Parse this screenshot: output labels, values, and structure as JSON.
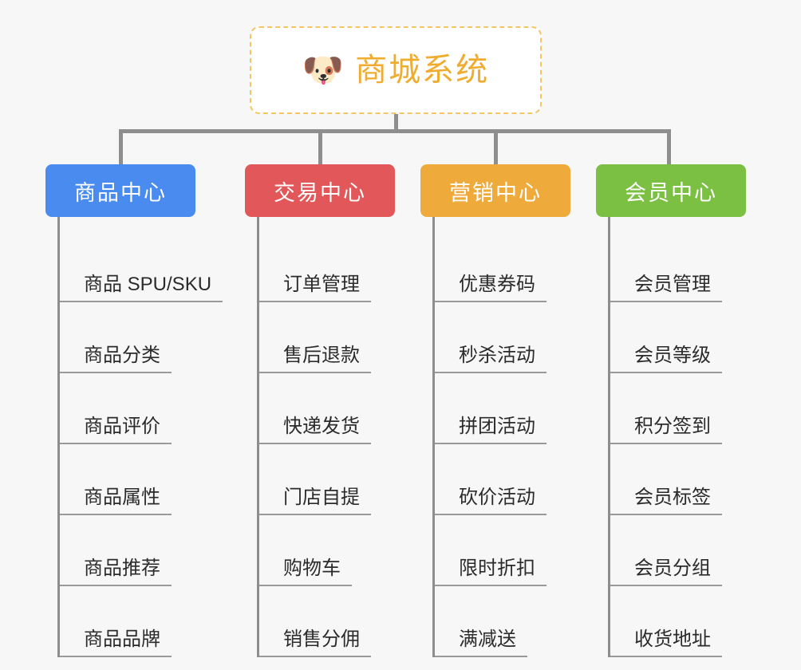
{
  "page": {
    "background_color": "#f7f7f7",
    "connector_color": "#8e8e8e",
    "leaf_text_color": "#2b2b2b",
    "leaf_rule_color": "#9a9a9a"
  },
  "root": {
    "icon": "dog-face-emoji",
    "icon_glyph": "🐶",
    "title": "商城系统",
    "title_color": "#efac2f",
    "border_color": "#f5c563",
    "background_color": "#ffffff"
  },
  "columns": [
    {
      "id": "product-center",
      "title": "商品中心",
      "color": "#4a8bf0",
      "items": [
        "商品 SPU/SKU",
        "商品分类",
        "商品评价",
        "商品属性",
        "商品推荐",
        "商品品牌"
      ]
    },
    {
      "id": "trade-center",
      "title": "交易中心",
      "color": "#e2585a",
      "items": [
        "订单管理",
        "售后退款",
        "快递发货",
        "门店自提",
        "购物车",
        "销售分佣"
      ]
    },
    {
      "id": "marketing-center",
      "title": "营销中心",
      "color": "#eeab3c",
      "items": [
        "优惠券码",
        "秒杀活动",
        "拼团活动",
        "砍价活动",
        "限时折扣",
        "满减送"
      ]
    },
    {
      "id": "member-center",
      "title": "会员中心",
      "color": "#7bc043",
      "items": [
        "会员管理",
        "会员等级",
        "积分签到",
        "会员标签",
        "会员分组",
        "收货地址"
      ]
    }
  ]
}
